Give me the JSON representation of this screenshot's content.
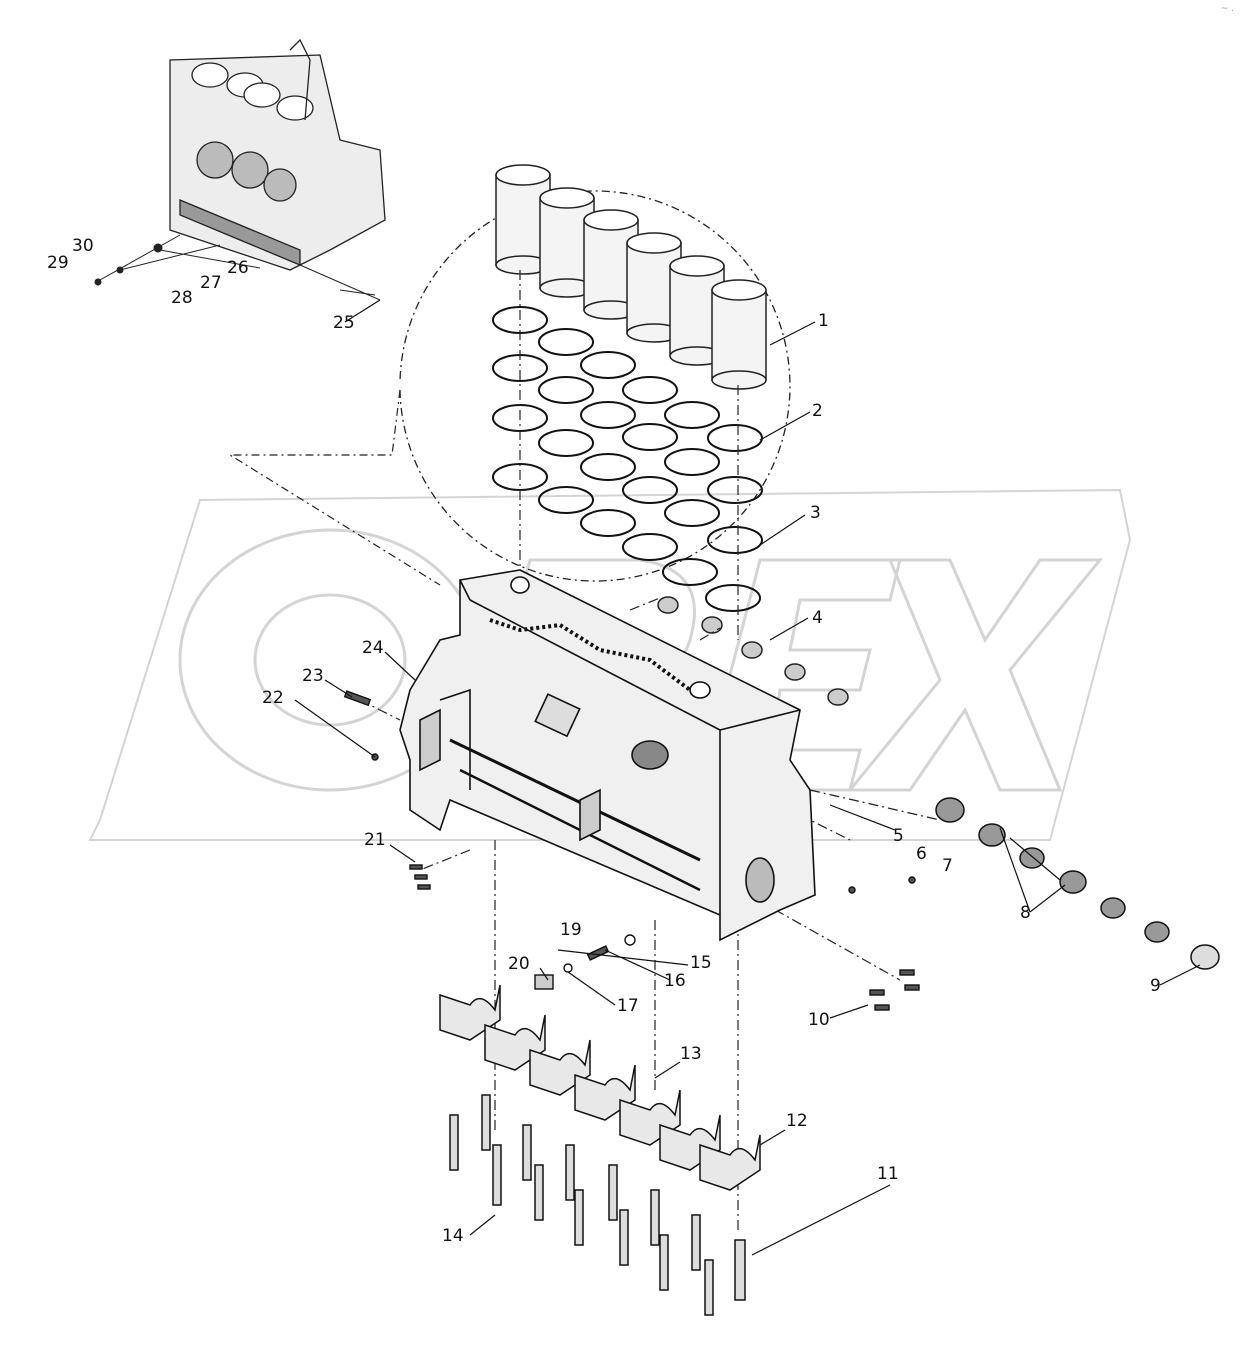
{
  "watermark": {
    "text": "OPEX"
  },
  "corner_mark": "~ .",
  "callouts": [
    {
      "id": "c1",
      "text": "1"
    },
    {
      "id": "c2",
      "text": "2"
    },
    {
      "id": "c3",
      "text": "3"
    },
    {
      "id": "c4",
      "text": "4"
    },
    {
      "id": "c5",
      "text": "5"
    },
    {
      "id": "c6",
      "text": "6"
    },
    {
      "id": "c7",
      "text": "7"
    },
    {
      "id": "c8",
      "text": "8"
    },
    {
      "id": "c9",
      "text": "9"
    },
    {
      "id": "c10",
      "text": "10"
    },
    {
      "id": "c11",
      "text": "11"
    },
    {
      "id": "c12",
      "text": "12"
    },
    {
      "id": "c13",
      "text": "13"
    },
    {
      "id": "c14",
      "text": "14"
    },
    {
      "id": "c15",
      "text": "15"
    },
    {
      "id": "c16",
      "text": "16"
    },
    {
      "id": "c17",
      "text": "17"
    },
    {
      "id": "c19",
      "text": "19"
    },
    {
      "id": "c20",
      "text": "20"
    },
    {
      "id": "c21",
      "text": "21"
    },
    {
      "id": "c22",
      "text": "22"
    },
    {
      "id": "c23",
      "text": "23"
    },
    {
      "id": "c24",
      "text": "24"
    },
    {
      "id": "c25",
      "text": "25"
    },
    {
      "id": "c26",
      "text": "26"
    },
    {
      "id": "c27",
      "text": "27"
    },
    {
      "id": "c28",
      "text": "28"
    },
    {
      "id": "c29",
      "text": "29"
    },
    {
      "id": "c30",
      "text": "30"
    }
  ],
  "colors": {
    "line": "#1a1a1a",
    "watermark": "#d6d6d6",
    "background": "#ffffff"
  }
}
